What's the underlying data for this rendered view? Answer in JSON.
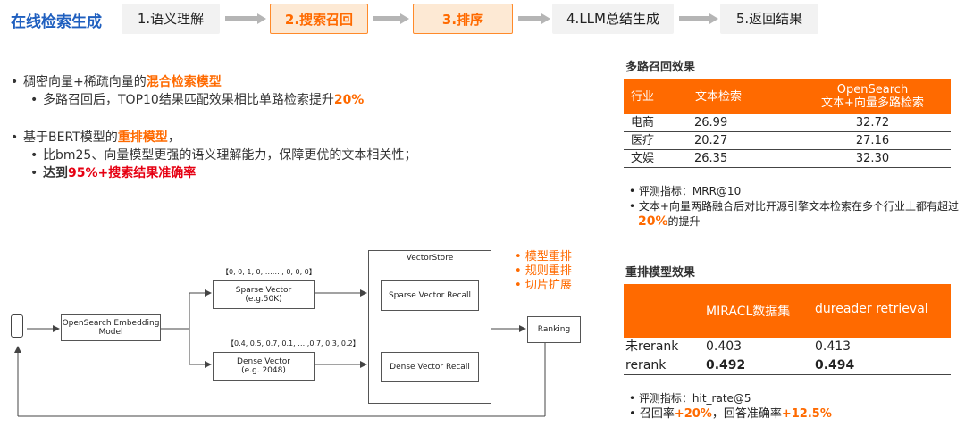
{
  "brand": "在线检索生成",
  "steps": [
    "1.语义理解",
    "2.搜索召回",
    "3.排序",
    "4.LLM总结生成",
    "5.返回结果"
  ],
  "left": {
    "b1_pre": "稠密向量+稀疏向量的",
    "b1_hl": "混合检索模型",
    "b1_sub_pre": "多路召回后，TOP10结果匹配效果相比单路检索提升",
    "b1_sub_hl": "20%",
    "b2_pre": "基于BERT模型的",
    "b2_hl": "重排模型",
    "b2_post": "，",
    "b2_sub1": "比bm25、向量模型更强的语义理解能力，保障更优的文本相关性；",
    "b2_sub2_pre": "达到",
    "b2_sub2_hl": "95%+搜索结果准确率"
  },
  "diagram": {
    "embedding": "OpenSearch Embedding Model",
    "sparse_title": "Sparse Vector",
    "sparse_sub": "(e.g.50K)",
    "sparse_vec": "【0, 0, 1, 0, …… , 0, 0, 0】",
    "dense_title": "Dense Vector",
    "dense_sub": "(e.g.  2048)",
    "dense_vec": "【0.4, 0.5, 0.7, 0.1, ….,0.7, 0.3, 0.2】",
    "store": "VectorStore",
    "sparse_recall": "Sparse Vector Recall",
    "dense_recall": "Dense Vector Recall",
    "ranking": "Ranking",
    "options": [
      "模型重排",
      "规则重排",
      "切片扩展"
    ]
  },
  "recall": {
    "title": "多路召回效果",
    "headers": [
      "行业",
      "文本检索",
      "OpenSearch",
      "文本+向量多路检索"
    ],
    "rows": [
      [
        "电商",
        "26.99",
        "32.72"
      ],
      [
        "医疗",
        "20.27",
        "27.16"
      ],
      [
        "文娱",
        "26.35",
        "32.30"
      ]
    ],
    "note1": "评测指标：MRR@10",
    "note2_pre": "文本+向量两路融合后对比开源引擎文本检索在多个行业上都有超过",
    "note2_hl": "20%",
    "note2_post": "的提升"
  },
  "rerank": {
    "title": "重排模型效果",
    "headers": [
      "",
      "MIRACL数据集",
      "dureader retrieval"
    ],
    "rows": [
      [
        "未rerank",
        "0.403",
        "0.413"
      ],
      [
        "rerank",
        "0.492",
        "0.494"
      ]
    ],
    "note1": "评测指标：hit_rate@5",
    "note2_pre": "召回率",
    "note2_hl1": "+20%",
    "note2_mid": "，回答准确率",
    "note2_hl2": "+12.5%"
  }
}
